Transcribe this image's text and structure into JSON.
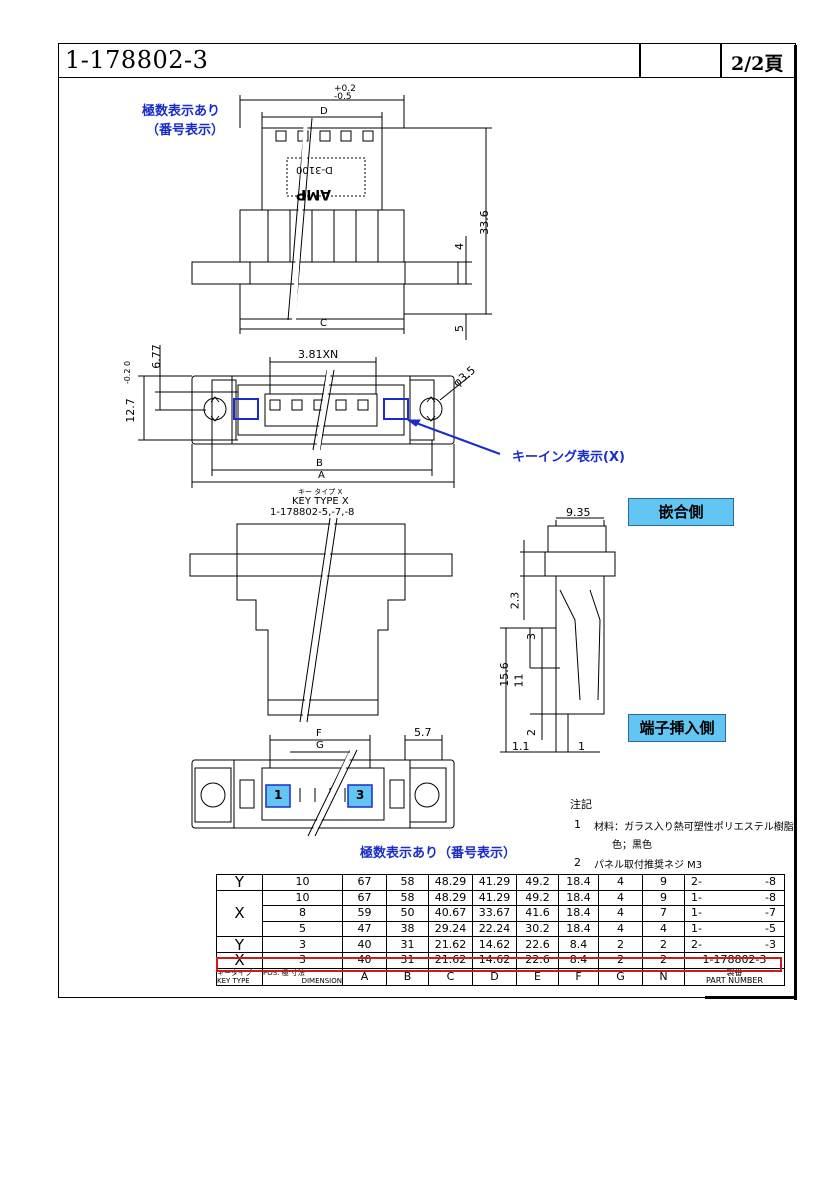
{
  "header": {
    "part_number": "1-178802-3",
    "page": "2/2頁"
  },
  "notes_blue": {
    "polarity_top": [
      "極数表示あり",
      "（番号表示）"
    ],
    "keying": "キーイング表示(X)",
    "polarity_bottom": "極数表示あり（番号表示）",
    "mating_side": "嵌合側",
    "terminal_side": "端子挿入側"
  },
  "view_labels": {
    "key_type_kana": "キー タイプ X",
    "key_type": "KEY TYPE X",
    "key_parts": "1-178802-5,-7,-8",
    "logo": "AMP",
    "marking": "D-3100",
    "pin1": "1",
    "pin3": "3"
  },
  "dims": {
    "d_tol_plus": "+0.2",
    "d_tol_minus": "-0.5",
    "D": "D",
    "C": "C",
    "B": "B",
    "A": "A",
    "F": "F",
    "G": "G",
    "h33_6": "33.6",
    "h4": "4",
    "h5": "5",
    "pitch": "3.81XN",
    "h6_77": "6.77",
    "h12_7": "12.7",
    "tol12_7": "-0.2 0",
    "hole": "φ3.5",
    "w9_35": "9.35",
    "h2_3": "2.3",
    "h3": "3",
    "h15_6": "15.6",
    "h11": "11",
    "h2": "2",
    "w1_1": "1.1",
    "w1": "1",
    "w5_7": "5.7"
  },
  "notes": {
    "title": "注記",
    "n1_num": "1",
    "n1_text": "材料：ガラス入り熱可塑性ポリエステル樹脂",
    "n1_text2": "色；黒色",
    "n2_num": "2",
    "n2_text": "パネル取付推奨ネジ M3"
  },
  "table": {
    "rows": [
      [
        "Y",
        "10",
        "67",
        "58",
        "48.29",
        "41.29",
        "49.2",
        "18.4",
        "4",
        "9",
        "2-",
        "-8"
      ],
      [
        "",
        "10",
        "67",
        "58",
        "48.29",
        "41.29",
        "49.2",
        "18.4",
        "4",
        "9",
        "1-",
        "-8"
      ],
      [
        "X",
        "8",
        "59",
        "50",
        "40.67",
        "33.67",
        "41.6",
        "18.4",
        "4",
        "7",
        "1-",
        "-7"
      ],
      [
        "",
        "5",
        "47",
        "38",
        "29.24",
        "22.24",
        "30.2",
        "18.4",
        "4",
        "4",
        "1-",
        "-5"
      ],
      [
        "Y",
        "3",
        "40",
        "31",
        "21.62",
        "14.62",
        "22.6",
        "8.4",
        "2",
        "2",
        "2-",
        "-3"
      ],
      [
        "X",
        "3",
        "40",
        "31",
        "21.62",
        "14.62",
        "22.6",
        "8.4",
        "2",
        "2",
        "1-178802-3",
        ""
      ]
    ],
    "footer": {
      "key_kana": "キータイプ",
      "key": "KEY TYPE",
      "pos": "POS. 極",
      "dim_kana": "寸法",
      "dim": "DIMENSION",
      "cols": [
        "A",
        "B",
        "C",
        "D",
        "E",
        "F",
        "G",
        "N"
      ],
      "part_kana": "製番",
      "part": "PART NUMBER"
    }
  }
}
